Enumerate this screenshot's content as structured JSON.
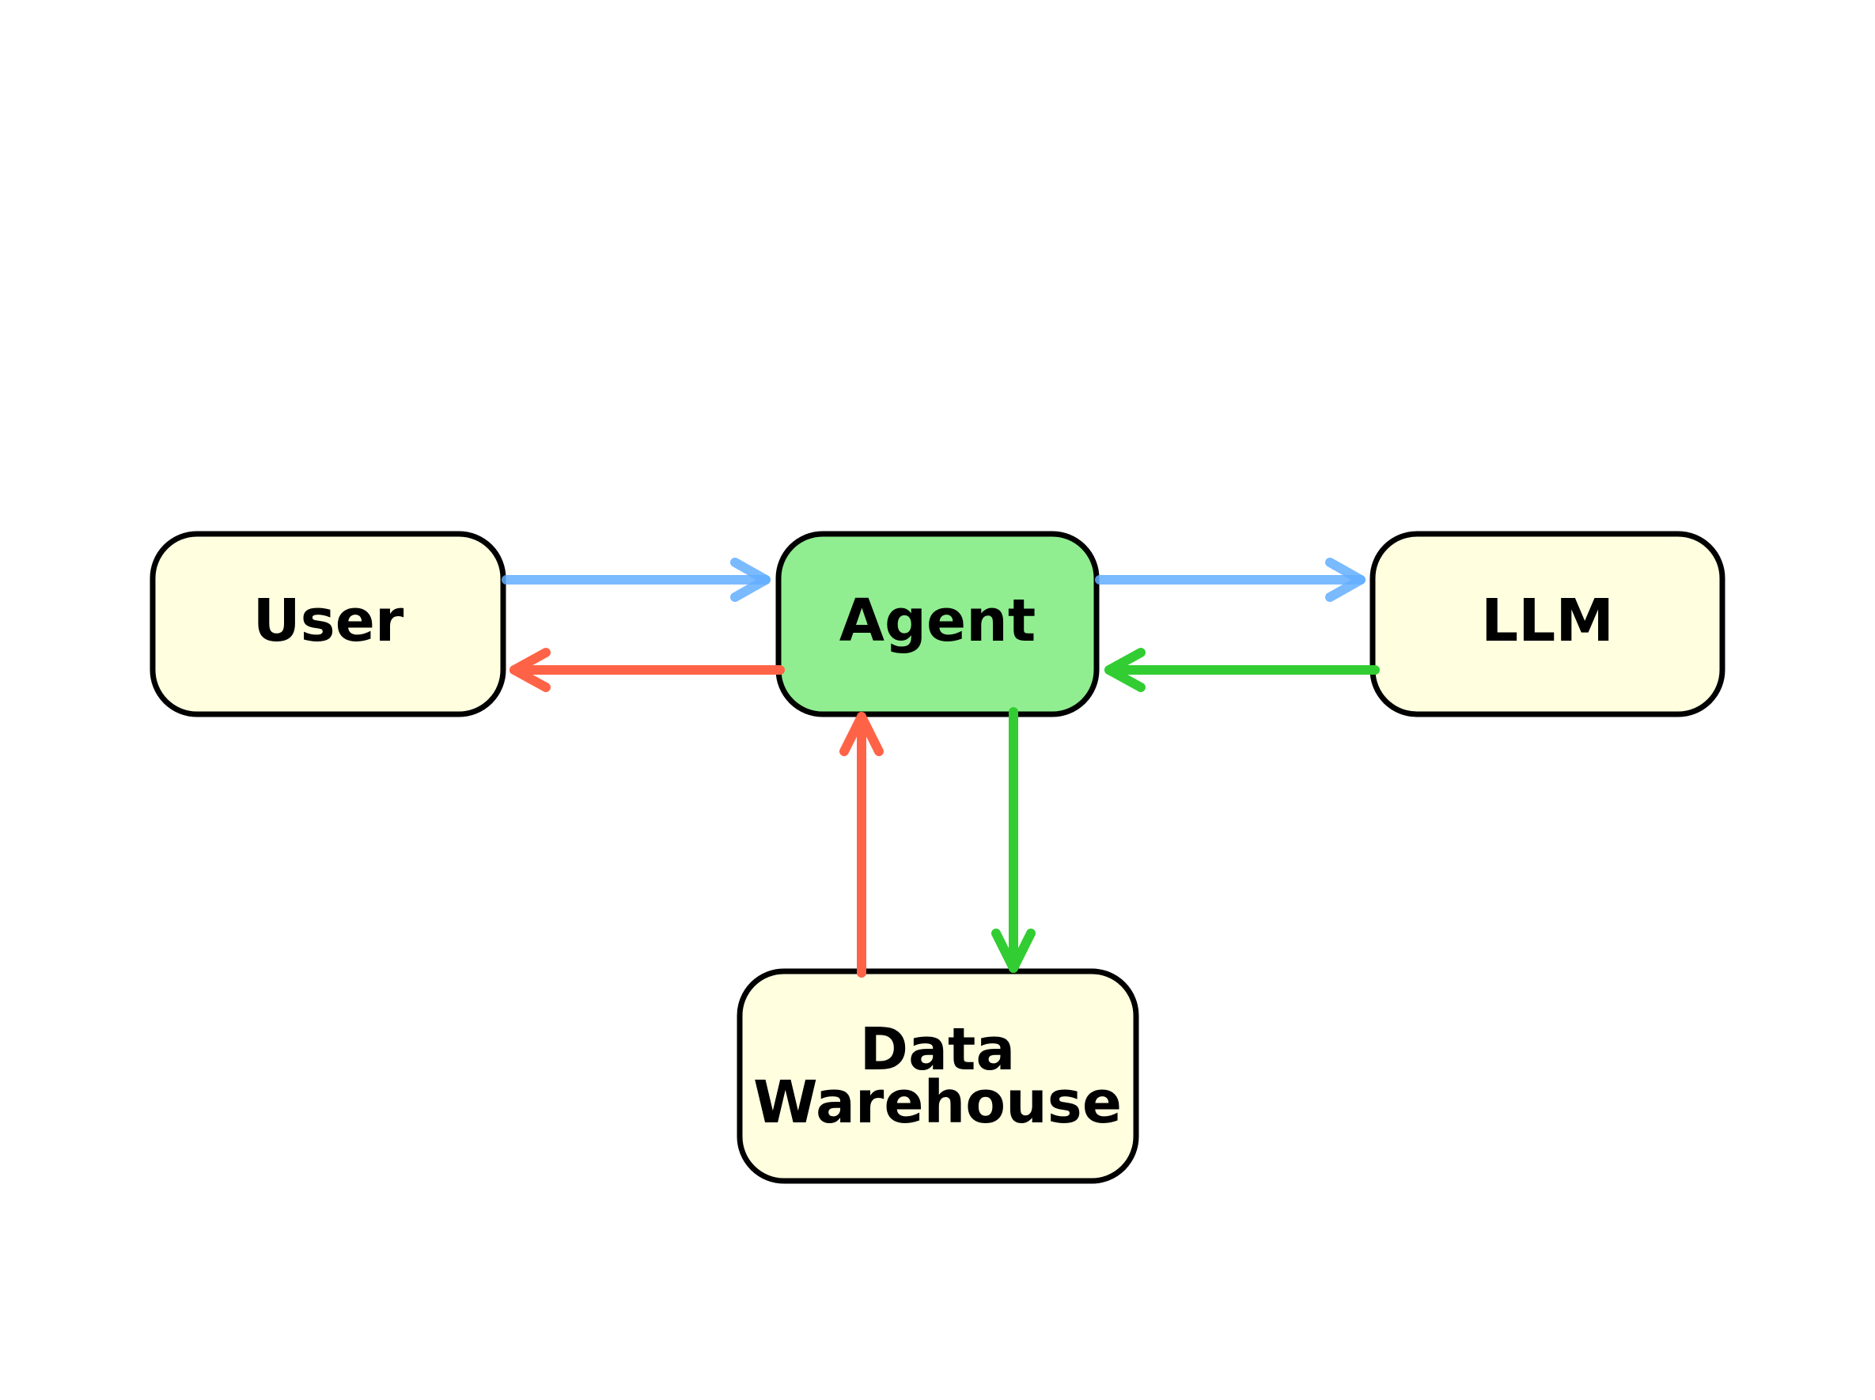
{
  "diagram": {
    "colors": {
      "node_fill": "#FFFFE0",
      "agent_fill": "#90EE90",
      "border": "#000000",
      "blue_edge": "#63AEFF",
      "red_edge": "#FF6347",
      "green_edge": "#32CD32"
    },
    "nodes": {
      "user": {
        "label": "User"
      },
      "agent": {
        "label": "Agent"
      },
      "llm": {
        "label": "LLM"
      },
      "warehouse": {
        "label_line1": "Data",
        "label_line2": "Warehouse"
      }
    },
    "edges": [
      {
        "from": "User",
        "to": "Agent",
        "color": "blue"
      },
      {
        "from": "Agent",
        "to": "User",
        "color": "red"
      },
      {
        "from": "Agent",
        "to": "LLM",
        "color": "blue"
      },
      {
        "from": "LLM",
        "to": "Agent",
        "color": "green"
      },
      {
        "from": "Agent",
        "to": "Data Warehouse",
        "color": "green"
      },
      {
        "from": "Data Warehouse",
        "to": "Agent",
        "color": "red"
      }
    ]
  }
}
